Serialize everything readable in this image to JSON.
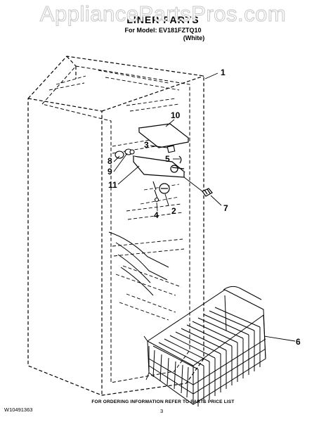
{
  "watermark": "AppliancePartsPros.com",
  "header": {
    "title": "LINER PARTS",
    "model_line": "For Model: EV181FZTQ10",
    "variant": "(White)"
  },
  "callouts": [
    "1",
    "2",
    "3",
    "4",
    "5",
    "6",
    "7",
    "8",
    "9",
    "10",
    "11"
  ],
  "footer": {
    "ordering_info": "FOR ORDERING INFORMATION REFER TO PARTS PRICE LIST",
    "doc_number": "W10491363",
    "page_number": "3"
  }
}
